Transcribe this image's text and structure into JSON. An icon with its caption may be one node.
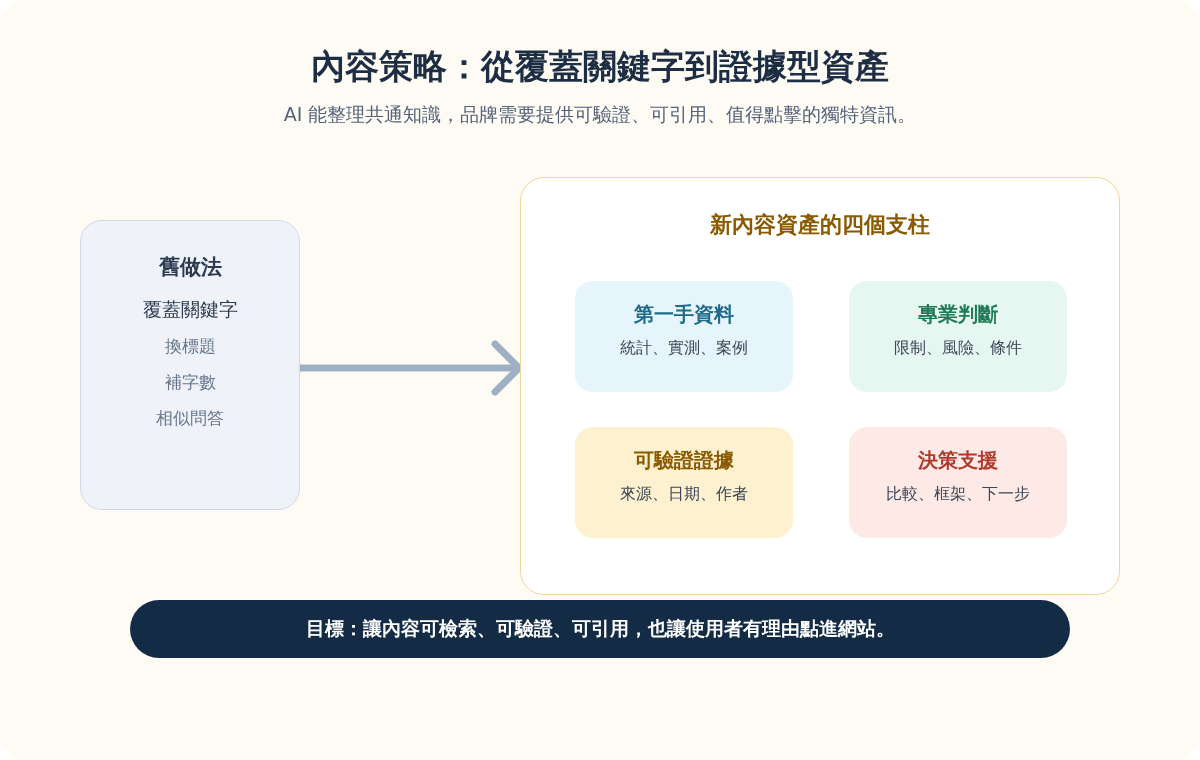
{
  "diagram": {
    "title": "內容策略：從覆蓋關鍵字到證據型資產",
    "nodes": [
      {
        "text": [
          "舊做法",
          "覆蓋關鍵字",
          "換標題",
          "補字數",
          "相似問答"
        ]
      },
      {
        "text": [
          "新內容資產的四個支柱"
        ]
      },
      {
        "text": [
          "第一手資料",
          "統計、實測、案例"
        ],
        "in": 1
      },
      {
        "text": [
          "專業判斷",
          "限制、風險、條件"
        ],
        "in": 1
      },
      {
        "text": [
          "可驗證證據",
          "來源、日期、作者"
        ],
        "in": 1
      },
      {
        "text": [
          "決策支援",
          "比較、框架、下一步"
        ],
        "in": 1
      },
      {
        "text": [
          "目標：讓內容可檢索、可驗證、可引用，也讓使用者有理由點進網站。"
        ]
      }
    ],
    "edges": [
      {
        "from": 0,
        "to": 1,
        "arrow": "to"
      }
    ],
    "labels": [
      "AI 能整理共通知識，品牌需要提供可驗證、可引用、值得點擊的獨特資訊。"
    ]
  }
}
